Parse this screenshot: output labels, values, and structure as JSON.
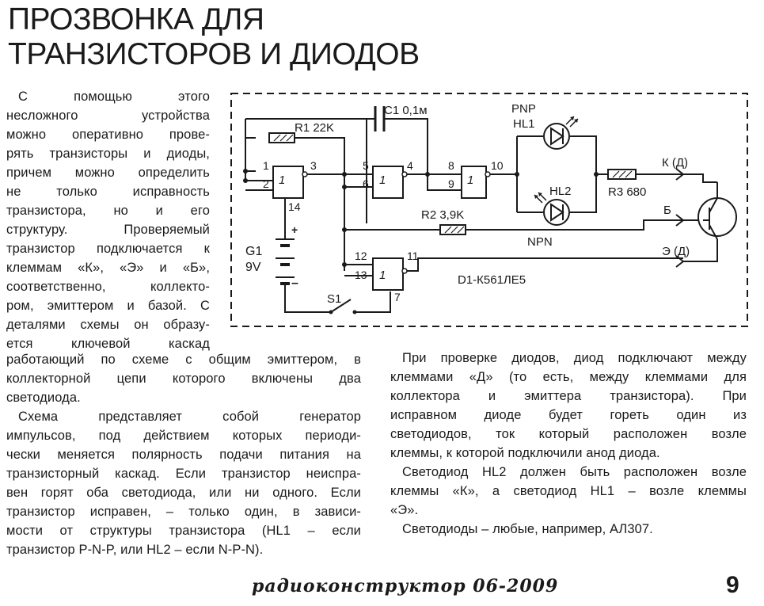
{
  "title": {
    "line1": "ПРОЗВОНКА ДЛЯ",
    "line2": "ТРАНЗИСТОРОВ И ДИОДОВ"
  },
  "left_narrow_lines": [
    "С помощью этого",
    "несложного устройства",
    "можно оперативно прове-",
    "рять транзисторы и диоды,",
    "причем можно определить",
    "не только исправность",
    "транзистора, но и его",
    "структуру. Проверяемый",
    "транзистор подключается к",
    "клеммам «К», «Э» и «Б»,",
    "соответственно, коллекто-",
    "ром, эмиттером и базой. С",
    "деталями схемы он образу-",
    "ется ключевой каскад"
  ],
  "left_wide": {
    "p1_lines": [
      "работающий по схеме с общим эмиттером, в",
      "коллекторной цепи которого включены два",
      "светодиода."
    ],
    "p2_lines": [
      "Схема представляет собой генератор",
      "импульсов, под действием которых периоди-",
      "чески меняется полярность подачи питания на",
      "транзисторный каскад. Если транзистор неиспра-",
      "вен горят оба светодиода, или ни одного. Если",
      "транзистор исправен, – только один, в зависи-",
      "мости от структуры транзистора (HL1 – если",
      "транзистор P-N-P, или HL2 – если N-P-N)."
    ]
  },
  "right_col": {
    "p1_lines": [
      "При проверке диодов, диод подключают между",
      "клеммами «Д» (то есть, между клеммами для",
      "коллектора и эмиттера транзистора). При",
      "исправном диоде будет гореть один из",
      "светодиодов, ток который расположен возле",
      "клеммы, к которой подключили анод диода."
    ],
    "p2_lines": [
      "Светодиод HL2 должен быть расположен возле",
      "клеммы «К», а светодиод HL1 – возле клеммы",
      "«Э»."
    ],
    "p3_lines": [
      "Светодиоды – любые, например, АЛ307."
    ]
  },
  "schematic": {
    "c1": "C1 0,1м",
    "r1": "R1 22K",
    "r2": "R2 3,9K",
    "r3": "R3 680",
    "pnp": "PNP",
    "hl1": "HL1",
    "hl2": "HL2",
    "npn": "NPN",
    "g1": "G1",
    "g1_voltage": "9V",
    "s1": "S1",
    "d1": "D1-К561ЛЕ5",
    "term_k": "К (Д)",
    "term_b": "Б",
    "term_e": "Э (Д)",
    "gate": "1",
    "plus": "+",
    "minus": "–",
    "pins": {
      "p1": "1",
      "p2": "2",
      "p3": "3",
      "p4": "4",
      "p5": "5",
      "p6": "6",
      "p7": "7",
      "p8": "8",
      "p9": "9",
      "p10": "10",
      "p11": "11",
      "p12": "12",
      "p13": "13",
      "p14": "14"
    }
  },
  "footer": {
    "magazine": "радиоконструктор 06-2009",
    "page_number": "9"
  }
}
